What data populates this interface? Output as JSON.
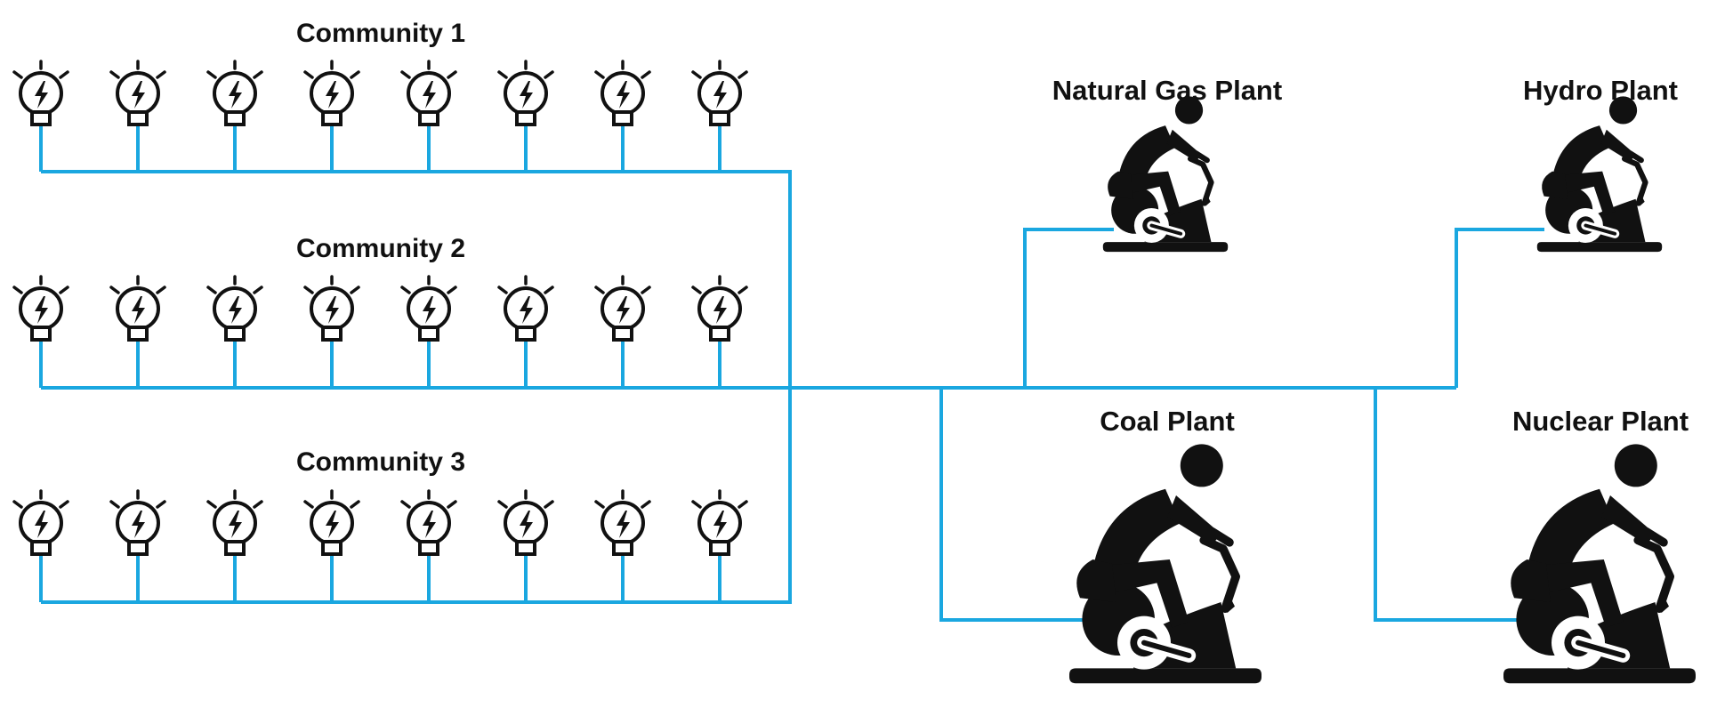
{
  "colors": {
    "wire": "#1aa7e0",
    "ink": "#111111",
    "background": "#ffffff"
  },
  "icons": {
    "bulb": "lightbulb-icon",
    "bike": "exercise-bike-cyclist-icon"
  },
  "communities": [
    {
      "name": "Community 1",
      "bulb_count": 8
    },
    {
      "name": "Community 2",
      "bulb_count": 8
    },
    {
      "name": "Community 3",
      "bulb_count": 8
    }
  ],
  "plants": [
    {
      "name": "Natural Gas Plant"
    },
    {
      "name": "Hydro Plant"
    },
    {
      "name": "Coal Plant"
    },
    {
      "name": "Nuclear Plant"
    }
  ]
}
